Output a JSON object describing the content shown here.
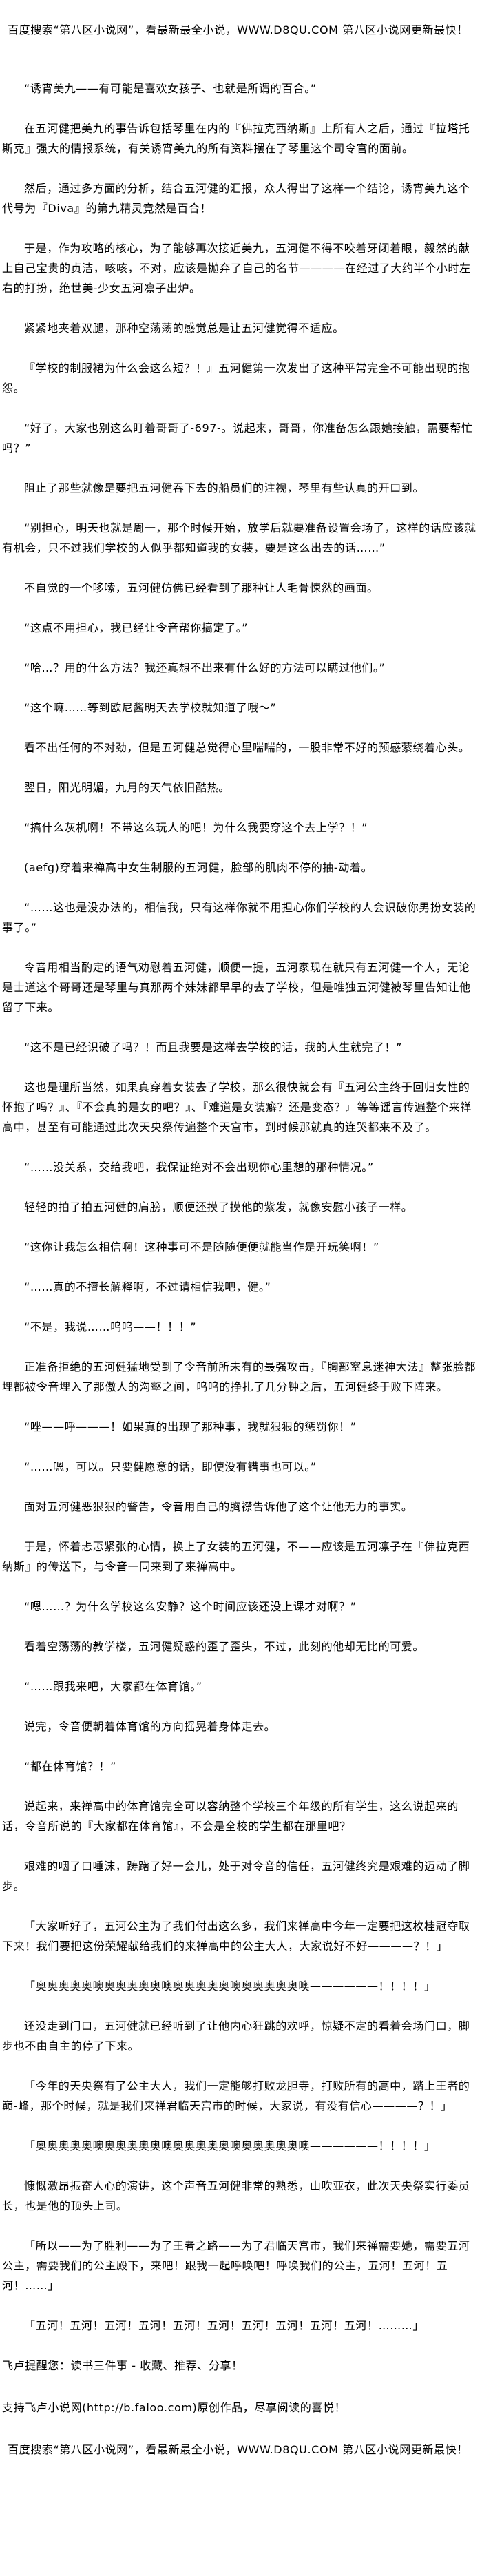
{
  "header": {
    "banner": "百度搜索“第八区小说网”，看最新最全小说，WWW.D8QU.COM  第八区小说网更新最快！"
  },
  "paragraphs": [
    "“诱宵美九——有可能是喜欢女孩子、也就是所谓的百合。”",
    "在五河健把美九的事告诉包括琴里在内的『佛拉克西纳斯』上所有人之后，通过『拉塔托斯克』强大的情报系统，有关诱宵美九的所有资料摆在了琴里这个司令官的面前。",
    "然后，通过多方面的分析，结合五河健的汇报，众人得出了这样一个结论，诱宵美九这个代号为『Diva』的第九精灵竟然是百合！",
    "于是，作为攻略的核心，为了能够再次接近美九，五河健不得不咬着牙闭着眼，毅然的献上自己宝贵的贞洁，咳咳，不对，应该是抛弃了自己的名节————在经过了大约半个小时左右的打扮，绝世美-少女五河凛子出炉。",
    "紧紧地夹着双腿，那种空荡荡的感觉总是让五河健觉得不适应。",
    "『学校的制服裙为什么会这么短？！』五河健第一次发出了这种平常完全不可能出现的抱怨。",
    "“好了，大家也别这么盯着哥哥了-697-。说起来，哥哥，你准备怎么跟她接触，需要帮忙吗？”",
    "阻止了那些就像是要把五河健吞下去的船员们的注视，琴里有些认真的开口到。",
    "“别担心，明天也就是周一，那个时候开始，放学后就要准备设置会场了，这样的话应该就有机会，只不过我们学校的人似乎都知道我的女装，要是这么出去的话……”",
    "不自觉的一个哆嗦，五河健仿佛已经看到了那种让人毛骨悚然的画面。",
    "“这点不用担心，我已经让令音帮你搞定了。”",
    "“哈…？用的什么方法？我还真想不出来有什么好的方法可以瞒过他们。”",
    "“这个嘛……等到欧尼酱明天去学校就知道了哦～”",
    "看不出任何的不对劲，但是五河健总觉得心里喘喘的，一股非常不好的预感萦绕着心头。",
    "翌日，阳光明媚，九月的天气依旧酷热。",
    "“搞什么灰机啊！不带这么玩人的吧！为什么我要穿这个去上学？！”",
    "(aefg)穿着来禅高中女生制服的五河健，脸部的肌肉不停的抽-动着。",
    "“……这也是没办法的，相信我，只有这样你就不用担心你们学校的人会识破你男扮女装的事了。”",
    "令音用相当酌定的语气劝慰着五河健，顺便一提，五河家现在就只有五河健一个人，无论是士道这个哥哥还是琴里与真那两个妹妹都早早的去了学校，但是唯独五河健被琴里告知让他留了下来。",
    "“这不是已经识破了吗？！而且我要是这样去学校的话，我的人生就完了！”",
    "这也是理所当然，如果真穿着女装去了学校，那么很快就会有『五河公主终于回归女性的怀抱了吗？』、『不会真的是女的吧？』、『难道是女装癖？还是变态？』等等谣言传遍整个来禅高中，甚至有可能通过此次天央祭传遍整个天宫市，到时候那就真的连哭都来不及了。",
    "“……没关系，交给我吧，我保证绝对不会出现你心里想的那种情况。”",
    "轻轻的拍了拍五河健的肩膀，顺便还摸了摸他的紫发，就像安慰小孩子一样。",
    "“这你让我怎么相信啊！这种事可不是随随便便就能当作是开玩笑啊！”",
    "“……真的不擅长解释啊，不过请相信我吧，健。”",
    "“不是，我说……呜呜——！！！”",
    "正准备拒绝的五河健猛地受到了令音前所未有的最强攻击，『胸部窒息迷神大法』整张脸都埋都被令音埋入了那傲人的沟壑之间，呜呜的挣扎了几分钟之后，五河健终于败下阵来。",
    "“唑——呼———！如果真的出现了那种事，我就狠狠的惩罚你！”",
    "“……嗯，可以。只要健愿意的话，即使没有错事也可以。”",
    "面对五河健恶狠狠的警告，令音用自己的胸襟告诉他了这个让他无力的事实。",
    "于是，怀着忐忑紧张的心情，换上了女装的五河健，不——应该是五河凛子在『佛拉克西纳斯』的传送下，与令音一同来到了来禅高中。",
    "“嗯……？为什么学校这么安静？这个时间应该还没上课才对啊？”",
    "看着空荡荡的教学楼，五河健疑惑的歪了歪头，不过，此刻的他却无比的可爱。",
    "“……跟我来吧，大家都在体育馆。”",
    "说完，令音便朝着体育馆的方向摇晃着身体走去。",
    "“都在体育馆？！”",
    "说起来，来禅高中的体育馆完全可以容纳整个学校三个年级的所有学生，这么说起来的话，令音所说的『大家都在体育馆』，不会是全校的学生都在那里吧？",
    "艰难的咽了口唾沫，踌躇了好一会儿，处于对令音的信任，五河健终究是艰难的迈动了脚步。",
    "「大家听好了，五河公主为了我们付出这么多，我们来禅高中今年一定要把这枚桂冠夺取下来！我们要把这份荣耀献给我们的来禅高中的公主大人，大家说好不好————？！」",
    "「奥奥奥奥奥噢奥奥奥奥奥噢奥奥奥奥奥噢奥奥奥奥奥噢——————！！！！」",
    "还没走到门口，五河健就已经听到了让他内心狂跳的欢呼，惊疑不定的看着会场门口，脚步也不由自主的停了下来。",
    "「今年的天央祭有了公主大人，我们一定能够打败龙胆寺，打败所有的高中，踏上王者的巅-峰，那个时候，就是我们来禅君临天宫市的时候，大家说，有没有信心————？！」",
    "「奥奥奥奥奥噢奥奥奥奥奥噢奥奥奥奥奥噢奥奥奥奥奥噢——————！！！！」",
    "慷慨激昂振奋人心的演讲，这个声音五河健非常的熟悉，山吹亚衣，此次天央祭实行委员长，也是他的顶头上司。",
    "「所以——为了胜利——为了王者之路——为了君临天宫市，我们来禅需要她，需要五河公主，需要我们的公主殿下，来吧！跟我一起呼唤吧！呼唤我们的公主，五河！五河！五河！……」",
    "「五河！五河！五河！五河！五河！五河！五河！五河！五河！五河！………」"
  ],
  "footer": {
    "reminder": "飞卢提醒您：读书三件事 - 收藏、推荐、分享！",
    "support": "支持飞卢小说网(http://b.faloo.com)原创作品，尽享阅读的喜悦！",
    "banner": "百度搜索“第八区小说网”，看最新最全小说，WWW.D8QU.COM  第八区小说网更新最快！"
  }
}
